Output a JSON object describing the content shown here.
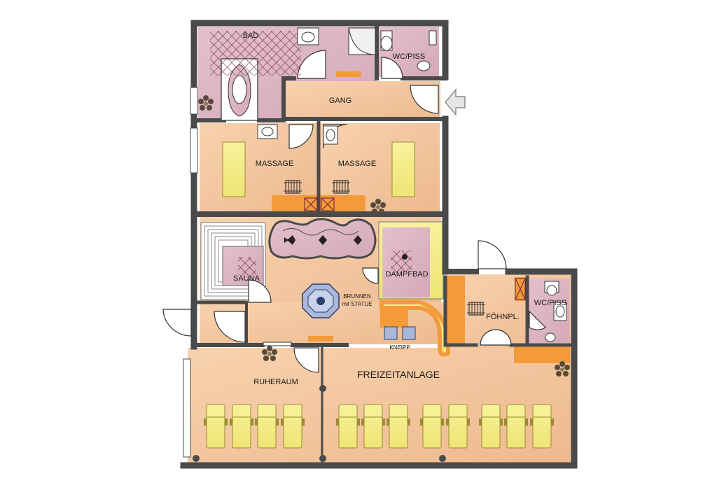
{
  "rooms": {
    "bad": "BAD",
    "wc_top": "WC/PISS",
    "gang": "GANG",
    "massage_left": "MASSAGE",
    "massage_right": "MASSAGE",
    "sauna": "SAUNA",
    "dampfbad": "DAMPFBAD",
    "brunnen_line1": "BRUNNEN",
    "brunnen_line2": "mit STATUE",
    "kneipp": "KNEIPP",
    "foehnpl": "FÖHNPL.",
    "wc_right": "WC/PISS",
    "freizeitanlage": "FREIZEITANLAGE",
    "ruheraum": "RUHERAUM"
  },
  "colors": {
    "wall": "#4a4a4a",
    "floor_warm": "#f3c49a",
    "floor_pink": "#dcb2bf",
    "yellow": "#f4ec8a",
    "orange": "#f39a3a",
    "tile": "#6b1f3a"
  },
  "icons": [
    "entrance-arrow-icon",
    "plant-icon",
    "sink-icon",
    "toilet-icon",
    "urinal-icon",
    "shower-icon",
    "bathtub-icon",
    "heater-icon",
    "fountain-icon",
    "column-icon",
    "lounger-icon",
    "massage-table-icon"
  ]
}
